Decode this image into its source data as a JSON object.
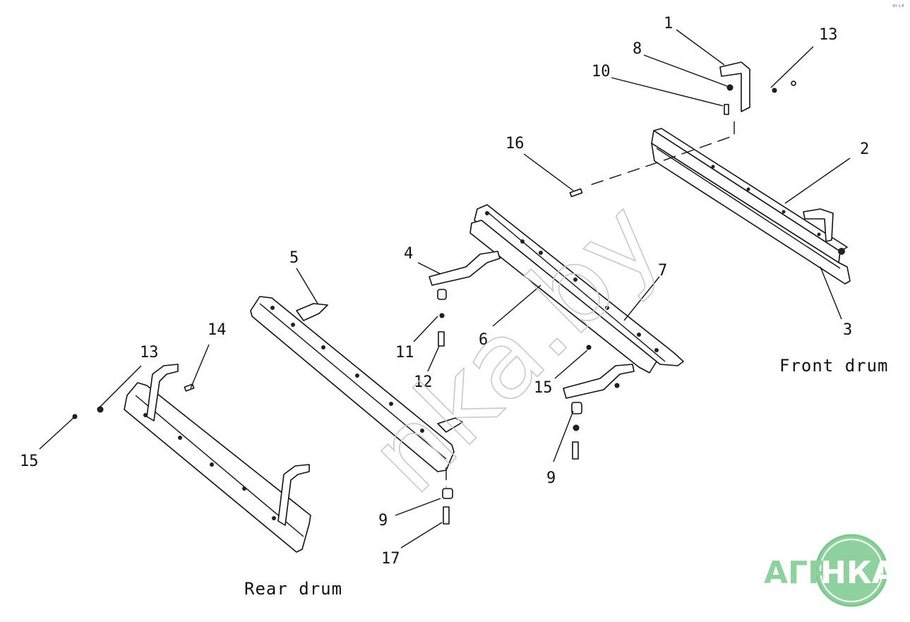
{
  "diagram": {
    "captions": {
      "front": "Front drum",
      "rear": "Rear drum"
    },
    "callouts": [
      "1",
      "8",
      "10",
      "13",
      "16",
      "2",
      "3",
      "4",
      "5",
      "6",
      "7",
      "11",
      "12",
      "14",
      "13",
      "15",
      "15",
      "9",
      "9",
      "17"
    ],
    "watermark": "nka.by",
    "logo": {
      "left": "АГРО",
      "right": "НКА",
      "accent": "#8fd19e",
      "ring": "#78c98a"
    },
    "corner_mark": "SH 1:8"
  }
}
